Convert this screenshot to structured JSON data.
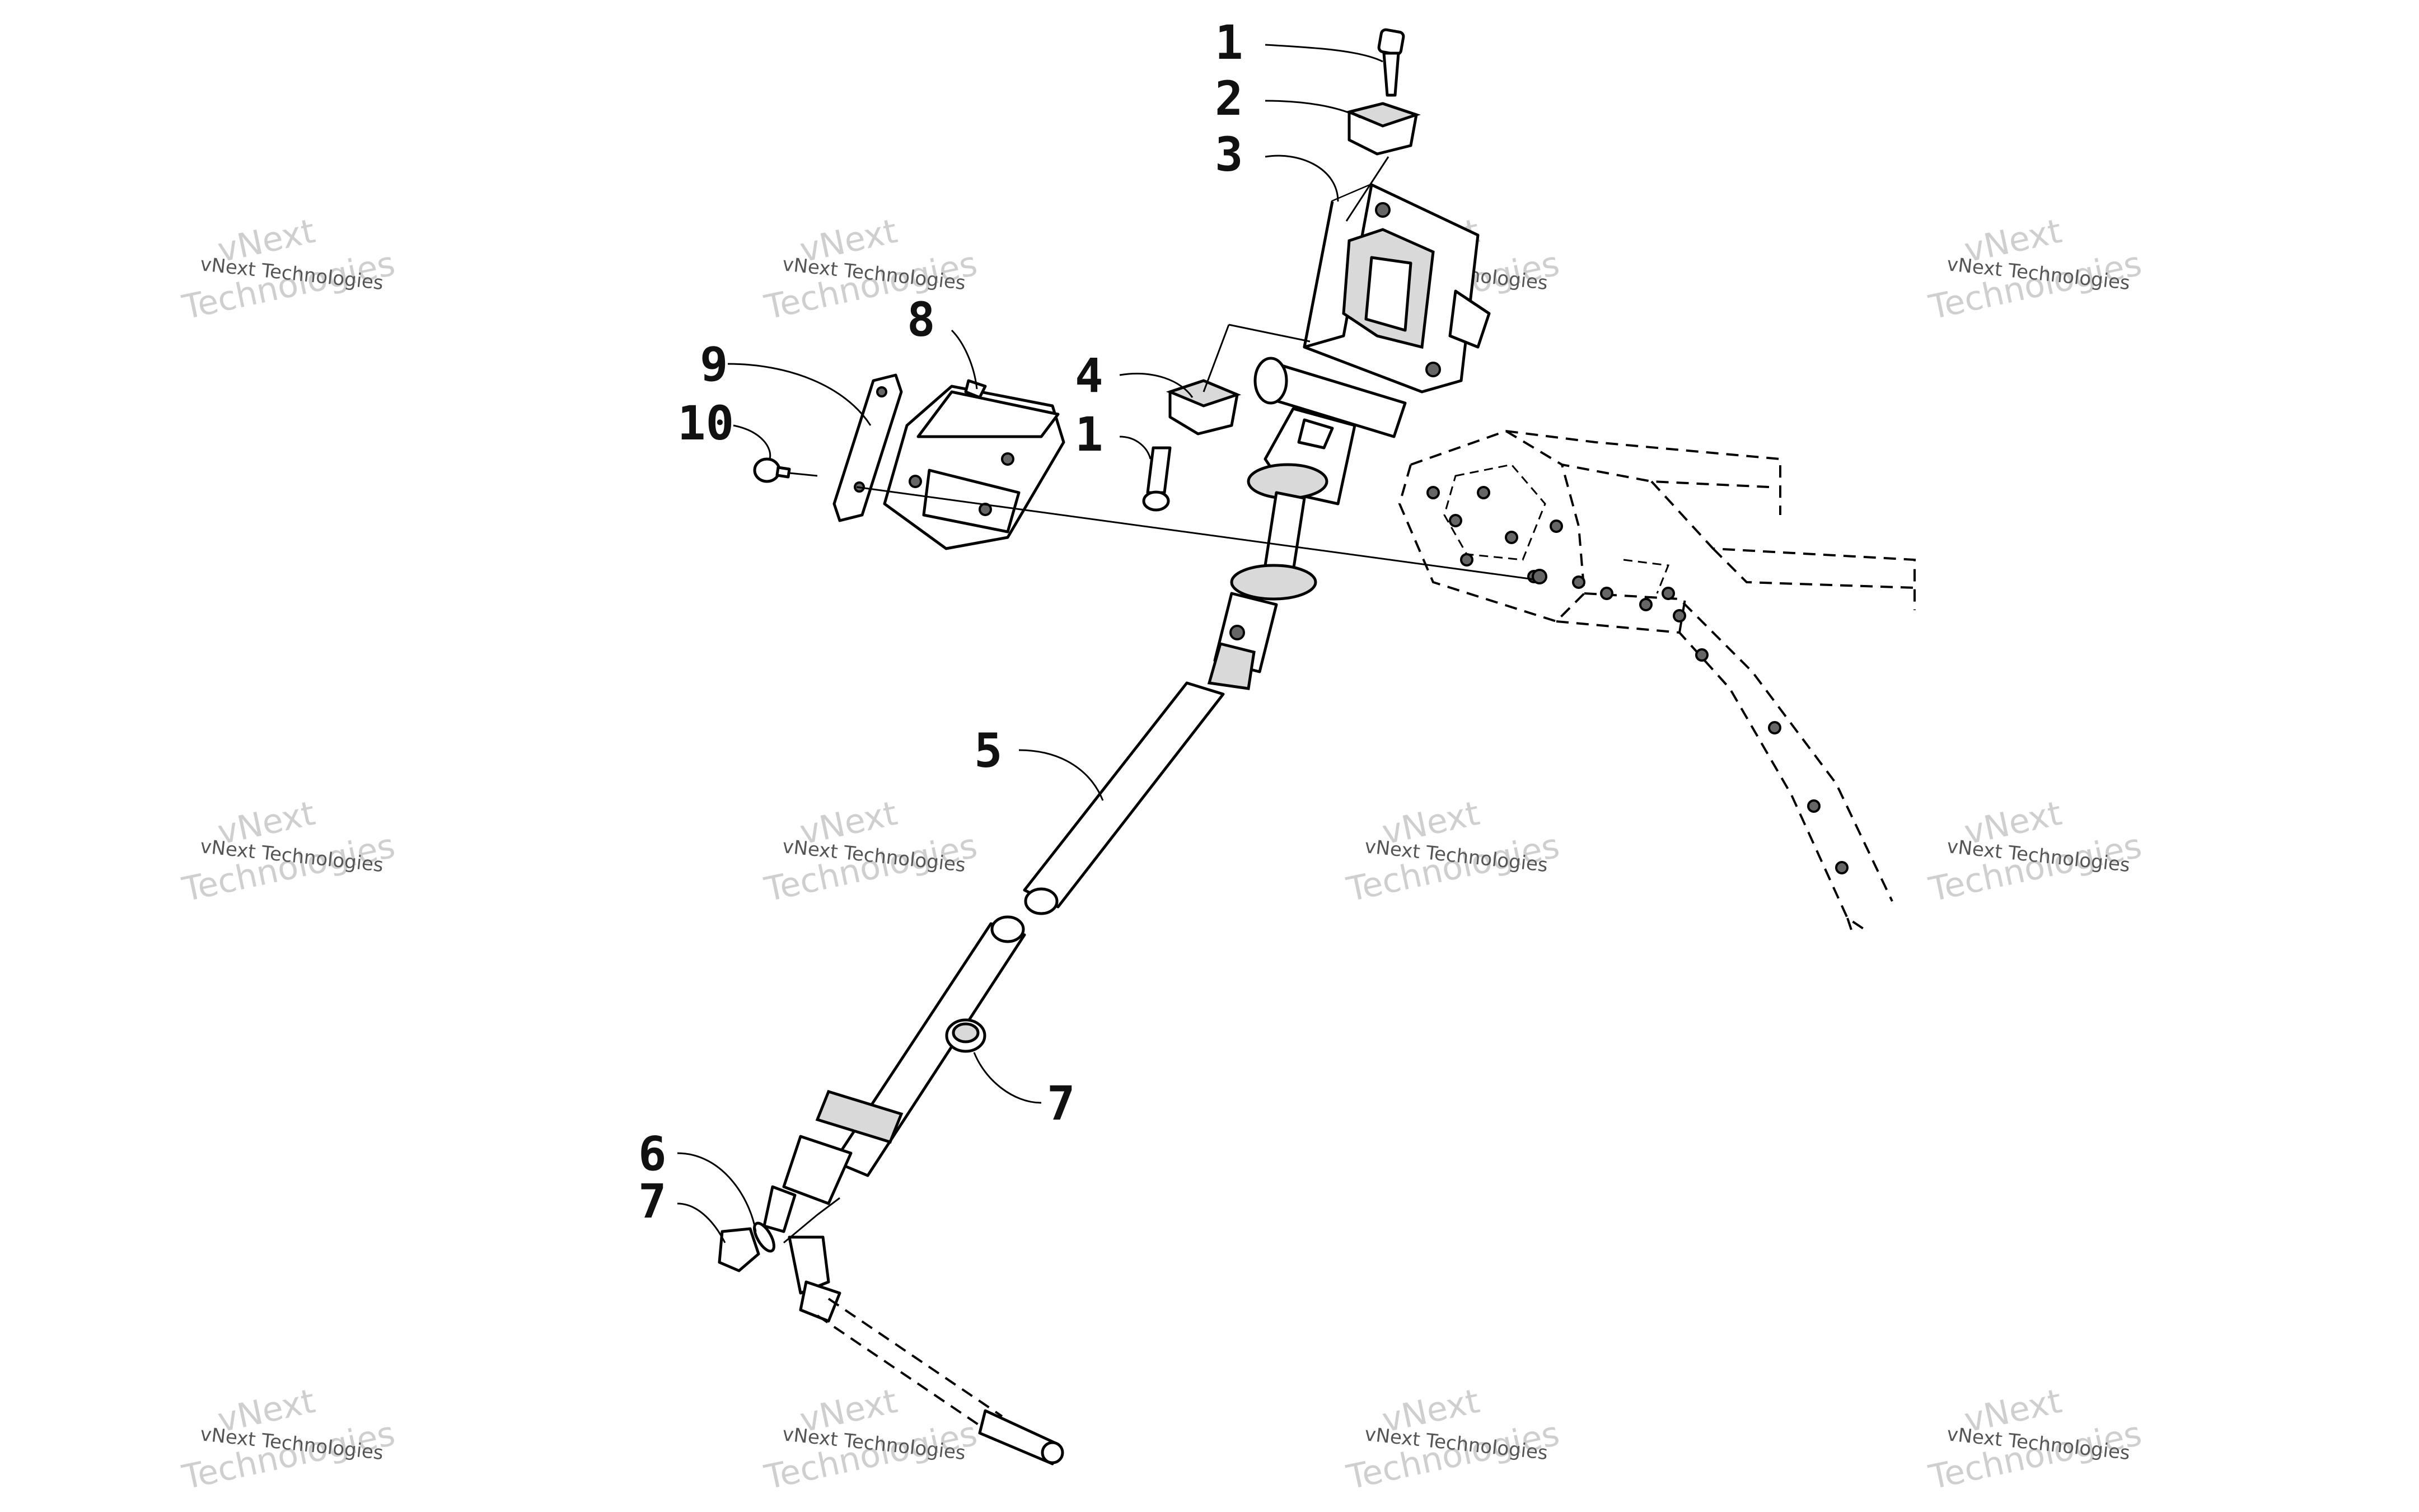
{
  "callouts": [
    {
      "id": "c1a",
      "label": "1"
    },
    {
      "id": "c2",
      "label": "2"
    },
    {
      "id": "c3",
      "label": "3"
    },
    {
      "id": "c8",
      "label": "8"
    },
    {
      "id": "c9",
      "label": "9"
    },
    {
      "id": "c4",
      "label": "4"
    },
    {
      "id": "c10",
      "label": "10"
    },
    {
      "id": "c1b",
      "label": "1"
    },
    {
      "id": "c5",
      "label": "5"
    },
    {
      "id": "c7a",
      "label": "7"
    },
    {
      "id": "c6",
      "label": "6"
    },
    {
      "id": "c7b",
      "label": "7"
    }
  ],
  "watermark": {
    "line1": "vNext Technologies",
    "big_top": "vNext",
    "big_bottom": "Technologies"
  },
  "colors": {
    "line": "#000000",
    "shade": "#d9d9d9",
    "watermark": "#cfcfcf"
  }
}
